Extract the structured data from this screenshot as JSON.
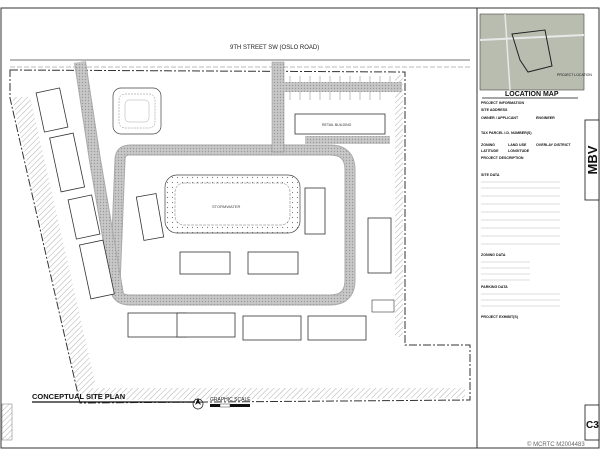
{
  "road_label": "9TH STREET SW (OSLO ROAD)",
  "plan_title": "CONCEPTUAL SITE PLAN",
  "scale_title": "GRAPHIC SCALE",
  "location_map": {
    "title": "LOCATION MAP",
    "site_label": "PROJECT LOCATION"
  },
  "info": {
    "project_information": "PROJECT INFORMATION",
    "site_address": "SITE ADDRESS",
    "owner_applicant": "OWNER / APPLICANT",
    "engineer": "ENGINEER",
    "tax_parcel": "TAX PARCEL I.D. NUMBER(S)",
    "zoning": "ZONING",
    "land_use": "LAND USE",
    "overlay_district": "OVERLAY DISTRICT",
    "latitude": "LATITUDE",
    "longitude": "LONGITUDE",
    "project_description": "PROJECT DESCRIPTION",
    "site_data": "SITE DATA",
    "parking_data": "PARKING DATA",
    "zoning_data": "ZONING DATA",
    "project_exhibits": "PROJECT EXHIBIT(S)"
  },
  "logo_text": "MBV",
  "sheet_id": "C3",
  "watermark": "© MCRTC M2004483",
  "buildings": {
    "retail": "RETAIL BUILDING",
    "stormwater": "STORMWATER"
  }
}
